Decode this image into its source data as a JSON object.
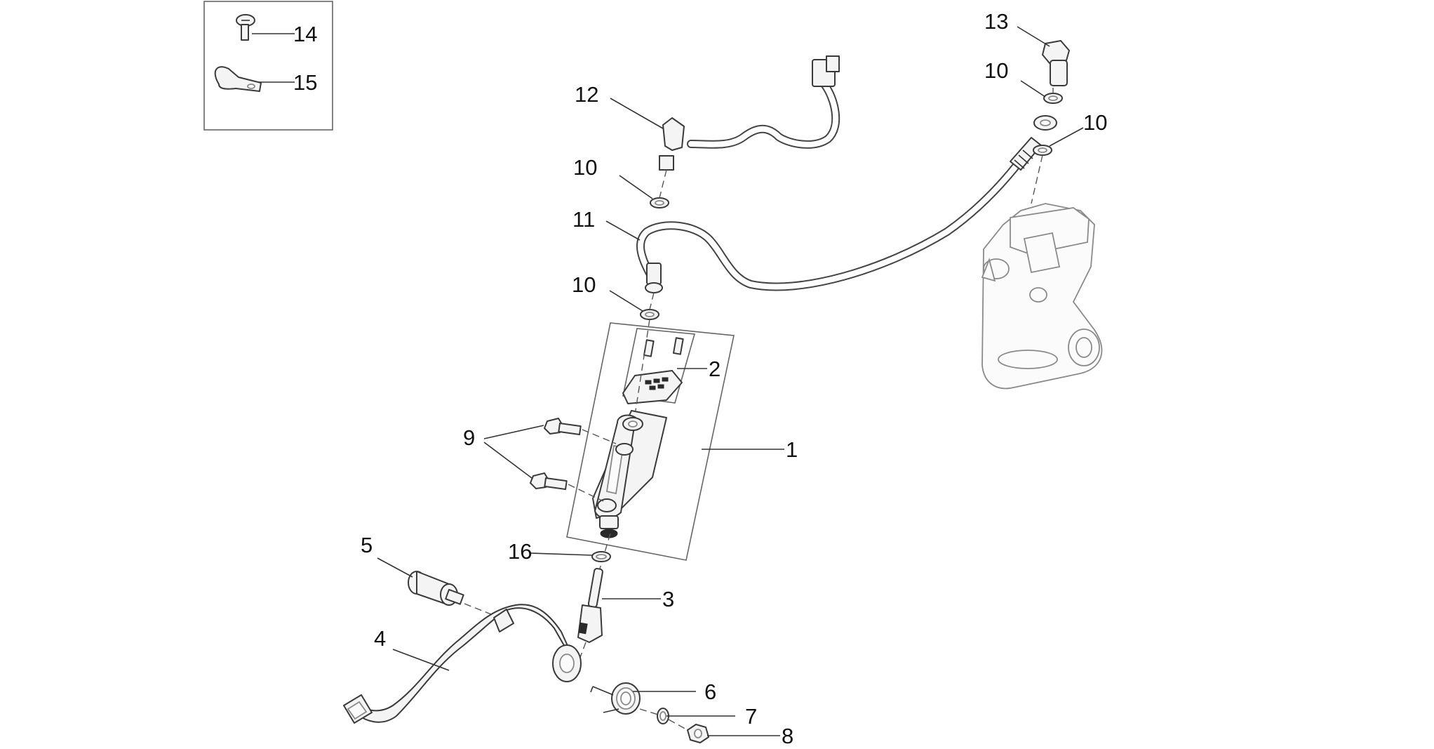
{
  "callouts": {
    "c1": "1",
    "c2": "2",
    "c3": "3",
    "c4": "4",
    "c5": "5",
    "c6": "6",
    "c7": "7",
    "c8": "8",
    "c9": "9",
    "c10a": "10",
    "c10b": "10",
    "c10c": "10",
    "c10d": "10",
    "c11": "11",
    "c12": "12",
    "c13": "13",
    "c14": "14",
    "c15": "15",
    "c16": "16"
  }
}
